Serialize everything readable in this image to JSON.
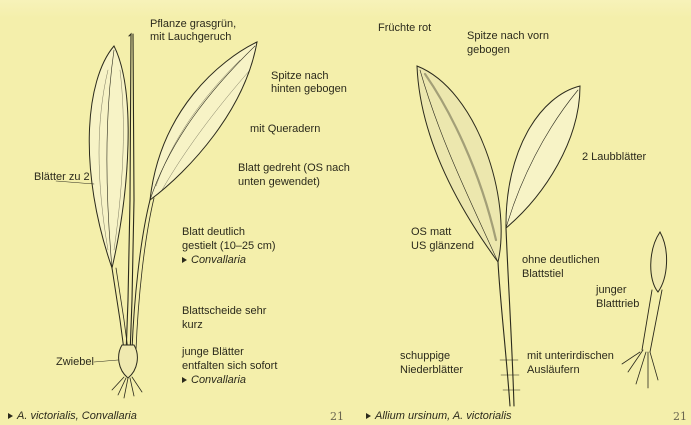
{
  "left_panel": {
    "labels": {
      "pflanze": "Pflanze grasgrün,",
      "lauch": "mit Lauchgeruch",
      "spitze_hinten_1": "Spitze nach",
      "spitze_hinten_2": "hinten gebogen",
      "queradern": "mit Queradern",
      "gedreht_1": "Blatt gedreht (OS nach",
      "gedreht_2": "unten gewendet)",
      "blaetter": "Blätter zu 2",
      "gestielt_1": "Blatt deutlich",
      "gestielt_2": "gestielt (10–25 cm)",
      "convallaria_1": "Convallaria",
      "scheide_1": "Blattscheide sehr",
      "scheide_2": "kurz",
      "zwiebel": "Zwiebel",
      "jung_1": "junge Blätter",
      "jung_2": "entfalten sich sofort",
      "convallaria_2": "Convallaria"
    },
    "footer": "A. victorialis, Convallaria",
    "page_number": "21"
  },
  "right_panel": {
    "labels": {
      "fruechte": "Früchte rot",
      "spitze_vorn_1": "Spitze nach vorn",
      "spitze_vorn_2": "gebogen",
      "laubblaetter": "2 Laubblätter",
      "os_matt": "OS matt",
      "us_glaenzend": "US glänzend",
      "ohne_1": "ohne deutlichen",
      "ohne_2": "Blattstiel",
      "junger_1": "junger",
      "junger_2": "Blatttrieb",
      "schuppige_1": "schuppige",
      "schuppige_2": "Niederblätter",
      "unterird_1": "mit unterirdischen",
      "unterird_2": "Ausläufern"
    },
    "footer": "Allium ursinum, A. victorialis",
    "page_number": "21"
  },
  "colors": {
    "background": "#f4efab",
    "ink": "#2b2a1c"
  }
}
